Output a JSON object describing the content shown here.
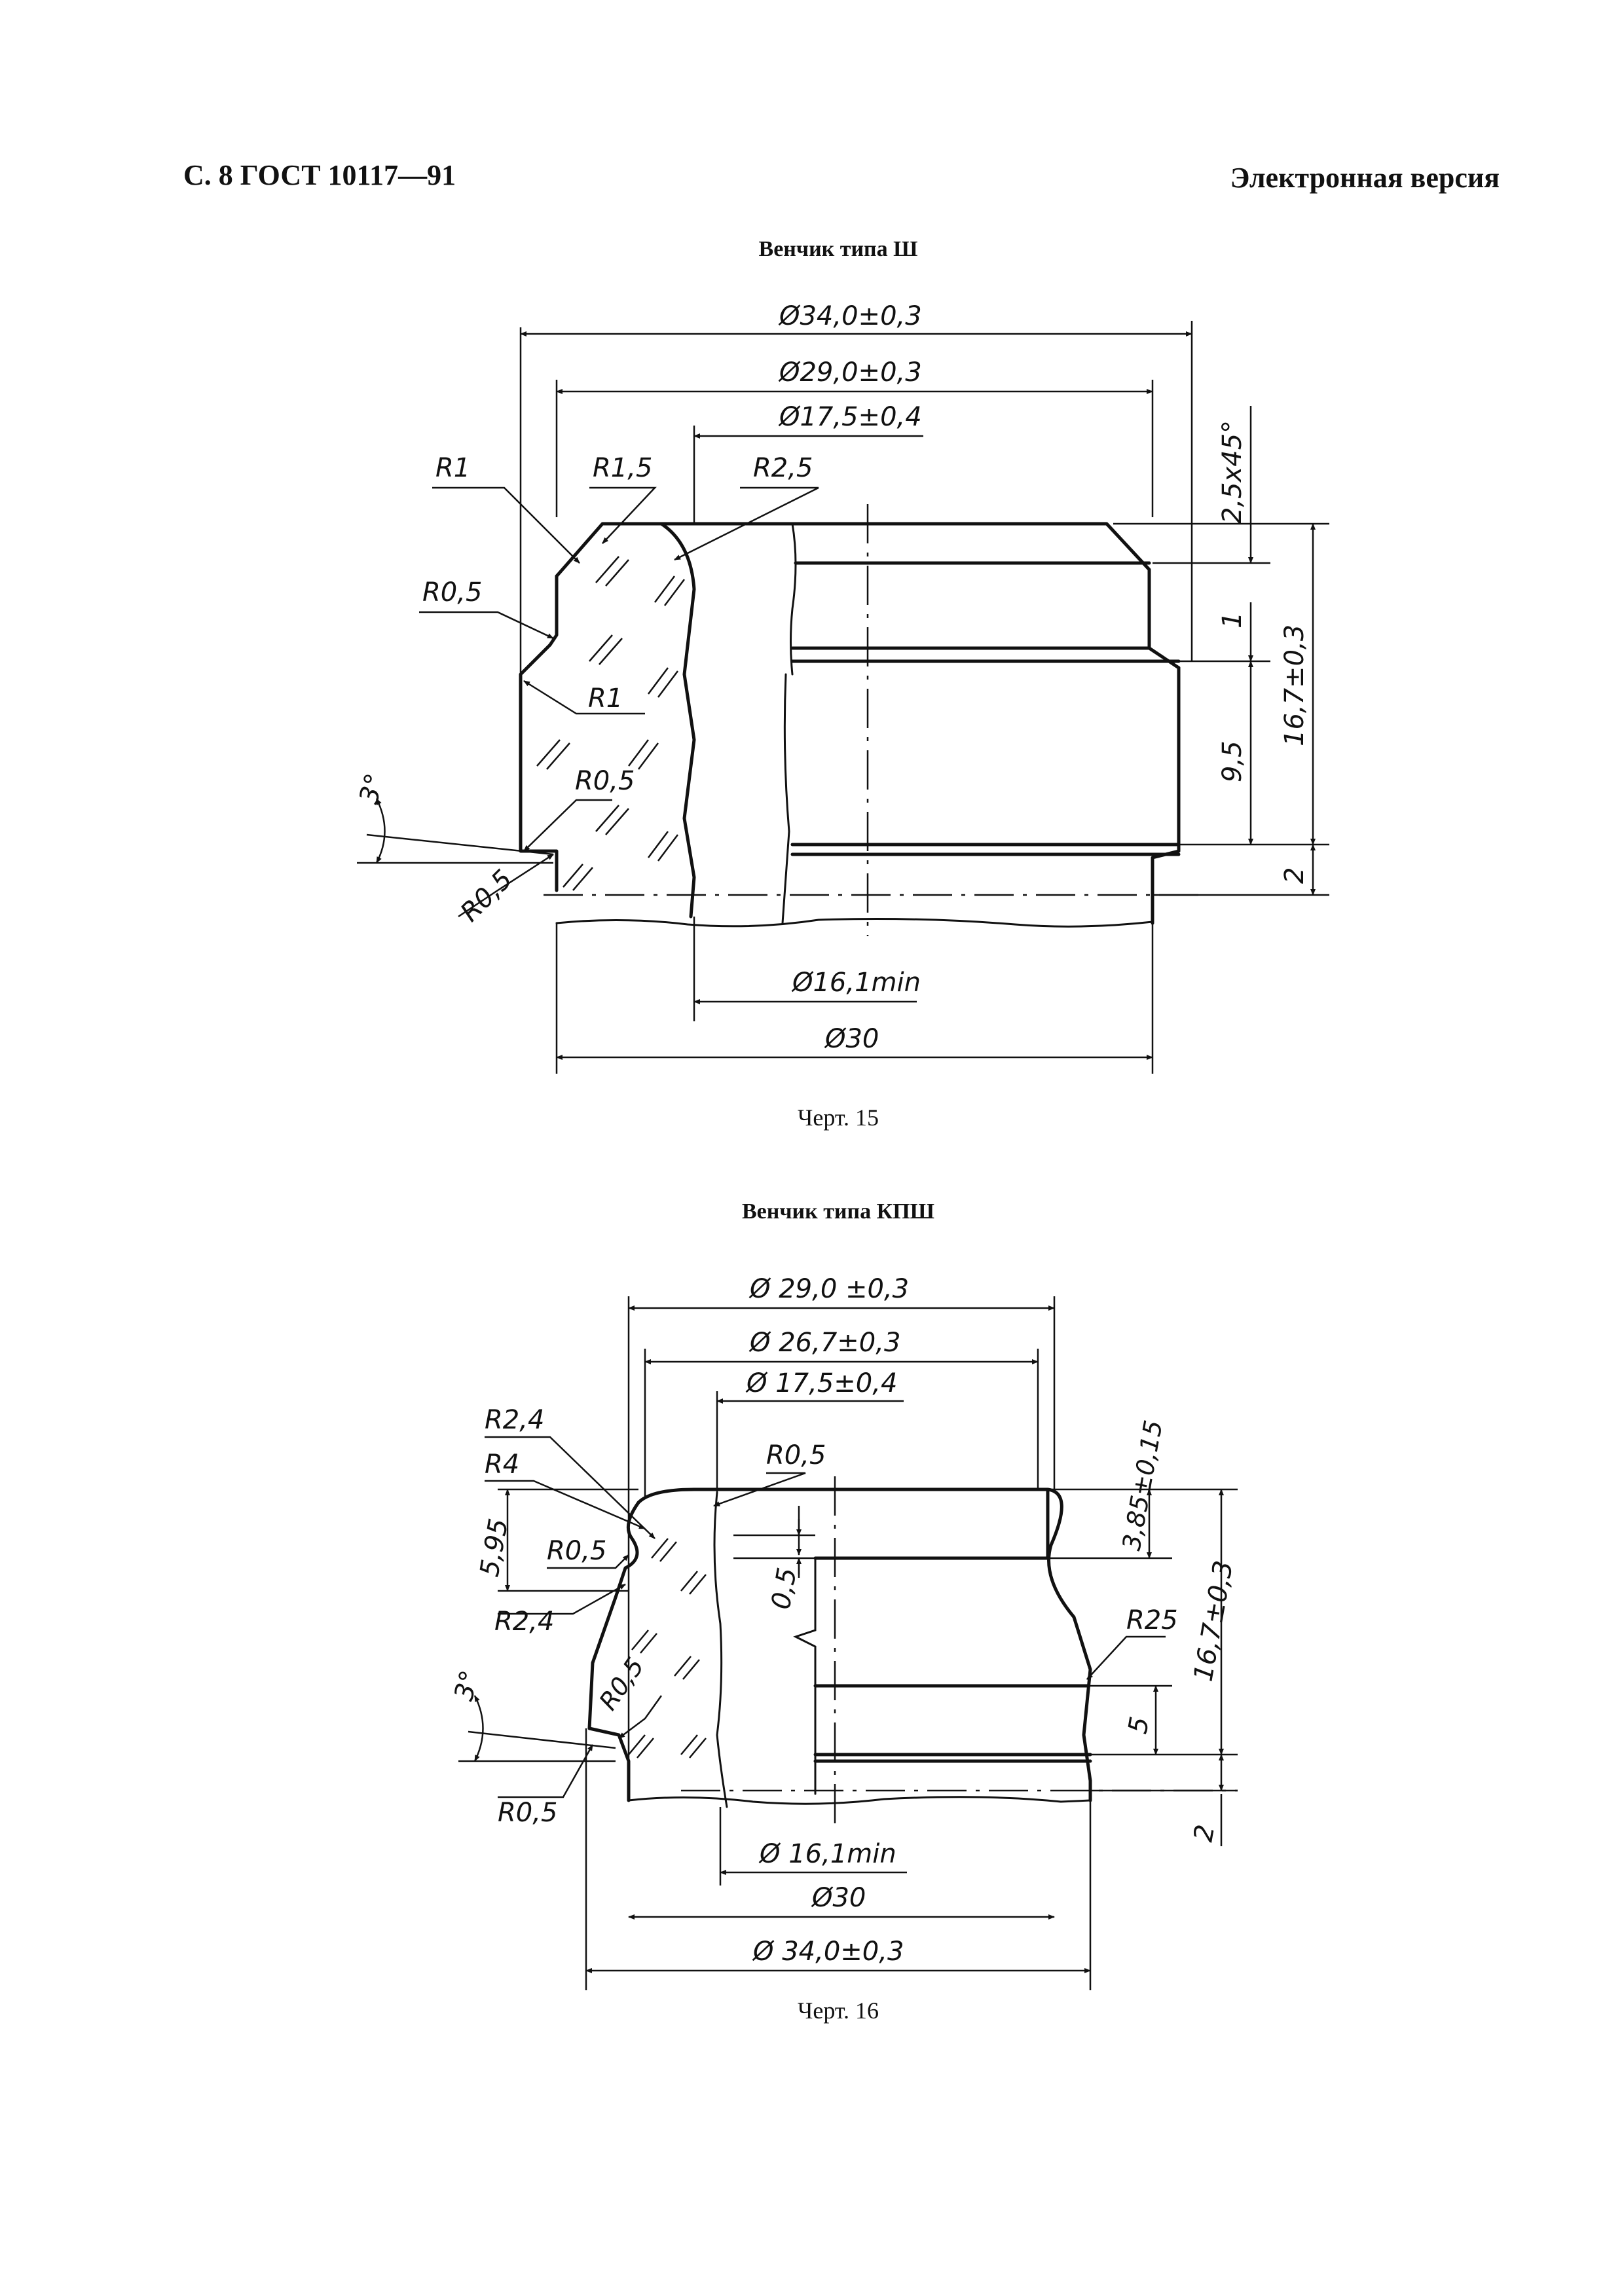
{
  "header": {
    "left": "С. 8 ГОСТ 10117—91",
    "right": "Электронная версия"
  },
  "figure15": {
    "title": "Венчик типа Ш",
    "caption": "Черт. 15",
    "dims": {
      "d34": "Ø34,0±0,3",
      "d29": "Ø29,0±0,3",
      "d17": "Ø17,5±0,4",
      "d16": "Ø16,1min",
      "d30": "Ø30",
      "chamfer": "2,5x45°",
      "h1": "1",
      "h95": "9,5",
      "h167": "16,7±0,3",
      "h2": "2",
      "r1a": "R1",
      "r15": "R1,5",
      "r25": "R2,5",
      "r05a": "R0,5",
      "r1b": "R1",
      "r05b": "R0,5",
      "r05c": "R0,5",
      "angle": "3°"
    }
  },
  "figure16": {
    "title": "Венчик типа КПШ",
    "caption": "Черт. 16",
    "dims": {
      "d29": "Ø 29,0 ±0,3",
      "d267": "Ø 26,7±0,3",
      "d17": "Ø 17,5±0,4",
      "d16": "Ø 16,1min",
      "d30": "Ø30",
      "d34": "Ø 34,0±0,3",
      "h385": "3,85±0,15",
      "h595": "5,95",
      "h05": "0,5",
      "h167": "16,7±0,3",
      "h5": "5",
      "h2": "2",
      "r24a": "R2,4",
      "r4": "R4",
      "r05a": "R0,5",
      "r05b": "R0,5",
      "r24b": "R2,4",
      "r05c": "R0,5",
      "r05d": "R0,5",
      "r25": "R25",
      "angle": "3°"
    }
  }
}
